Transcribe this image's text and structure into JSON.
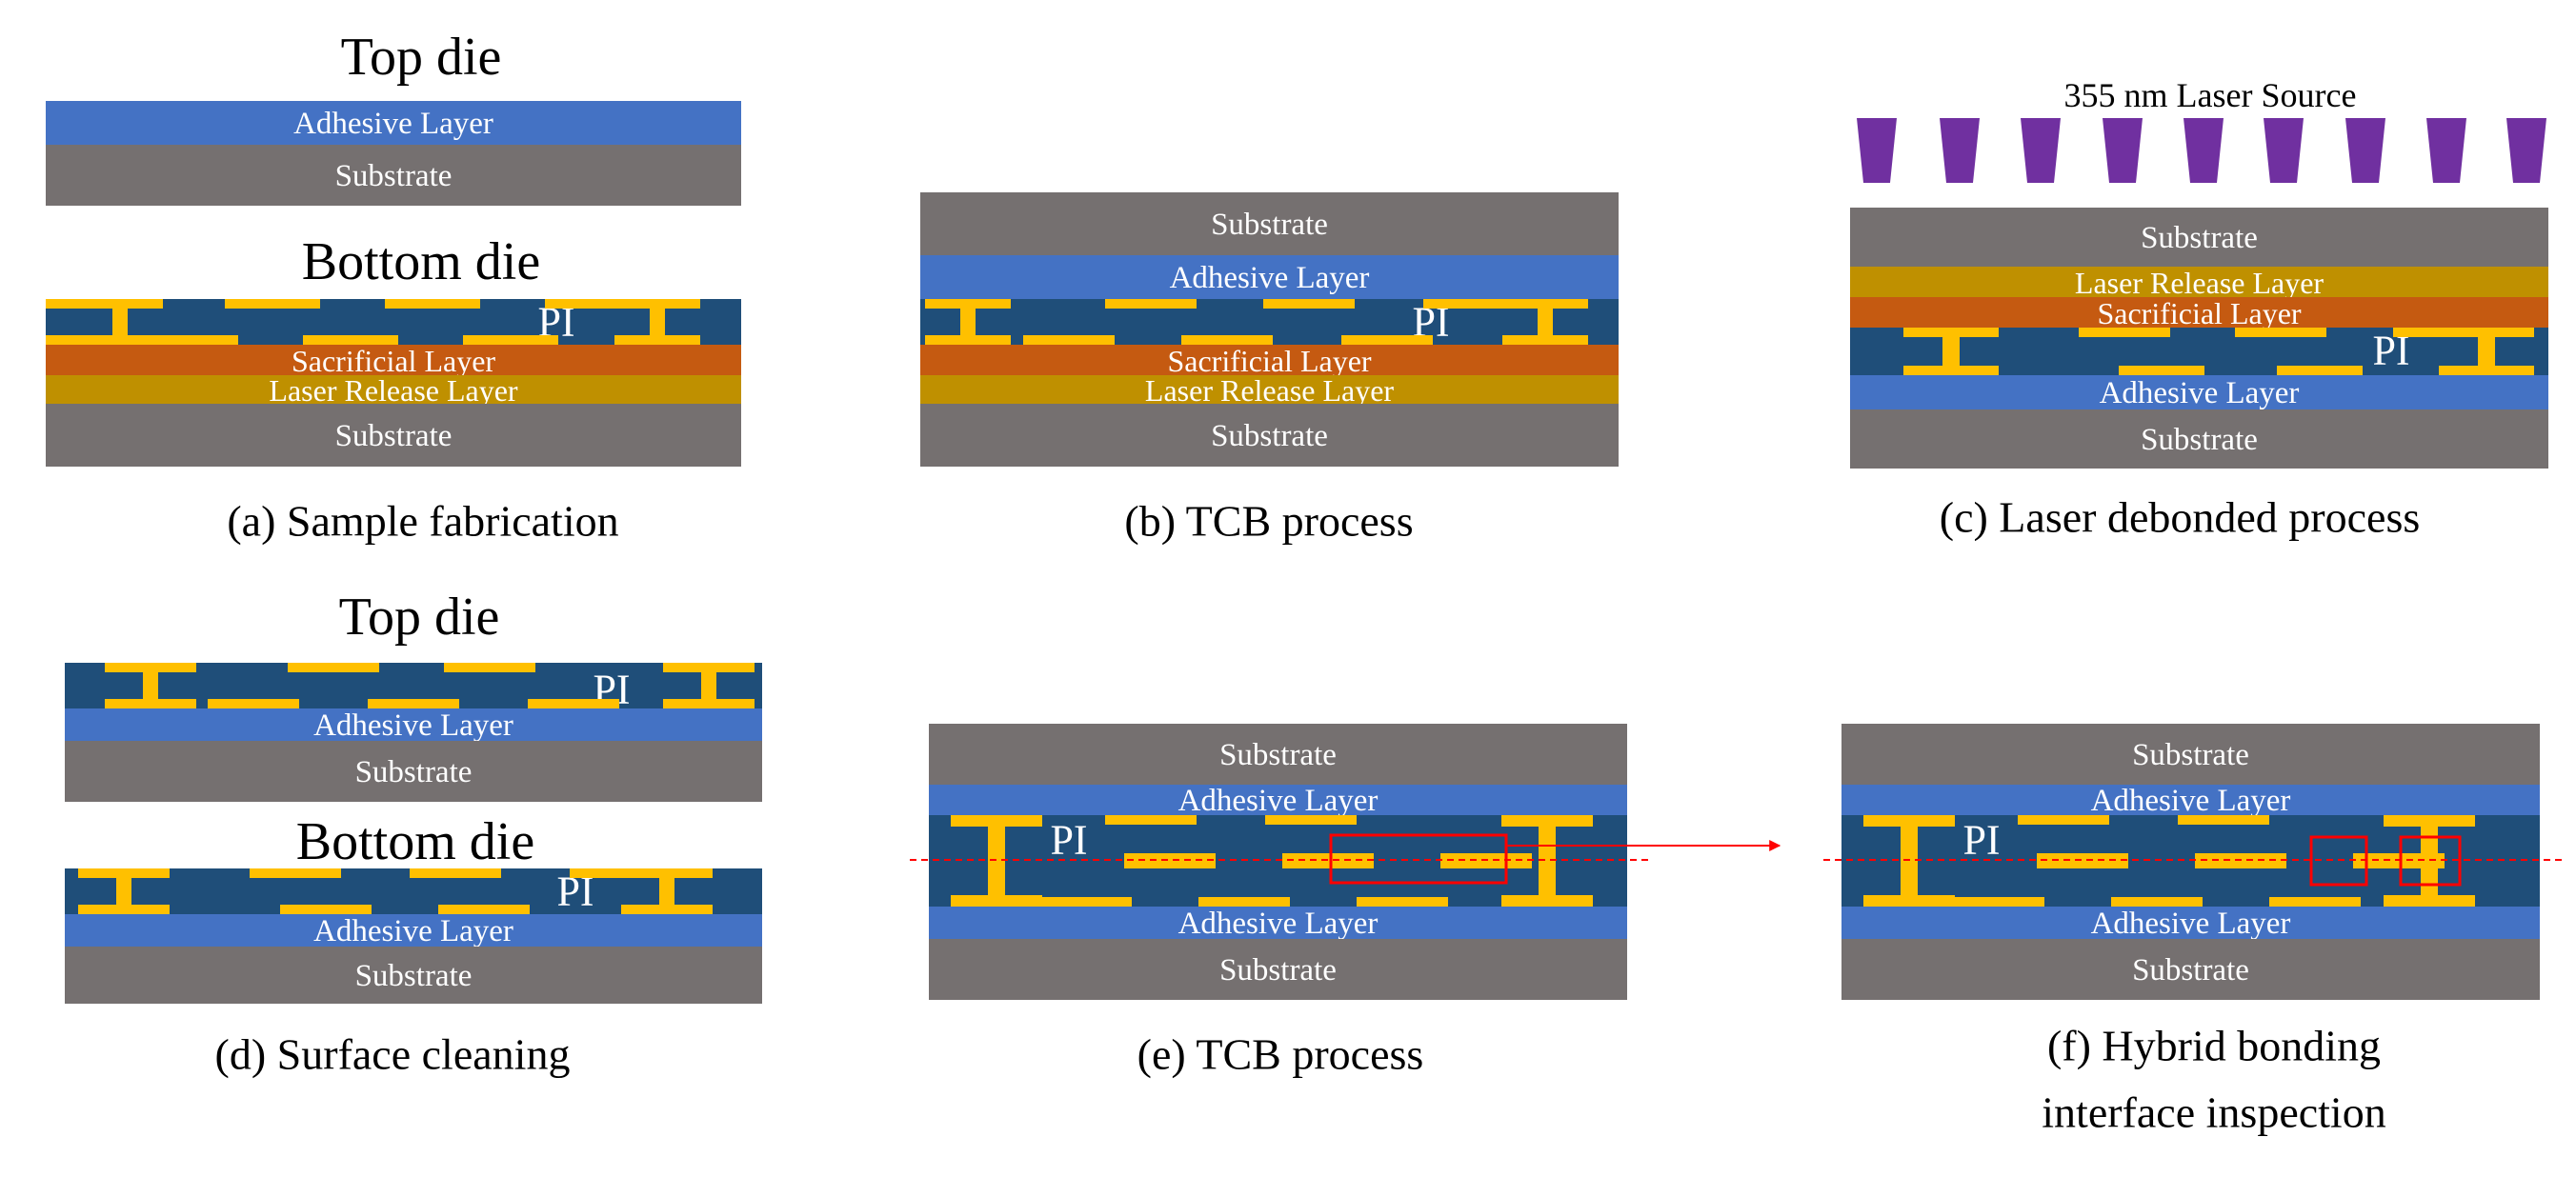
{
  "colors": {
    "substrate": "#757070",
    "adhesive": "#4472C4",
    "pi": "#1F4E79",
    "sacrificial": "#C55A11",
    "laser_release": "#BF9000",
    "copper": "#FFC000",
    "laser": "#7030A0",
    "highlight": "#FF0000",
    "layer_text": "#FFFFFF",
    "heading_text": "#000000"
  },
  "labels": {
    "substrate": "Substrate",
    "adhesive": "Adhesive Layer",
    "sacrificial": "Sacrificial Layer",
    "laser_release": "Laser Release Layer",
    "pi": "PI",
    "top_die": "Top die",
    "bottom_die": "Bottom die",
    "laser_source": "355 nm Laser Source"
  },
  "panels": {
    "a": {
      "caption": "(a) Sample fabrication"
    },
    "b": {
      "caption": "(b) TCB process"
    },
    "c": {
      "caption": "(c) Laser debonded process"
    },
    "d": {
      "caption": "(d) Surface cleaning"
    },
    "e": {
      "caption": "(e) TCB process"
    },
    "f": {
      "caption_line1": "(f) Hybrid bonding",
      "caption_line2": "interface inspection"
    }
  }
}
